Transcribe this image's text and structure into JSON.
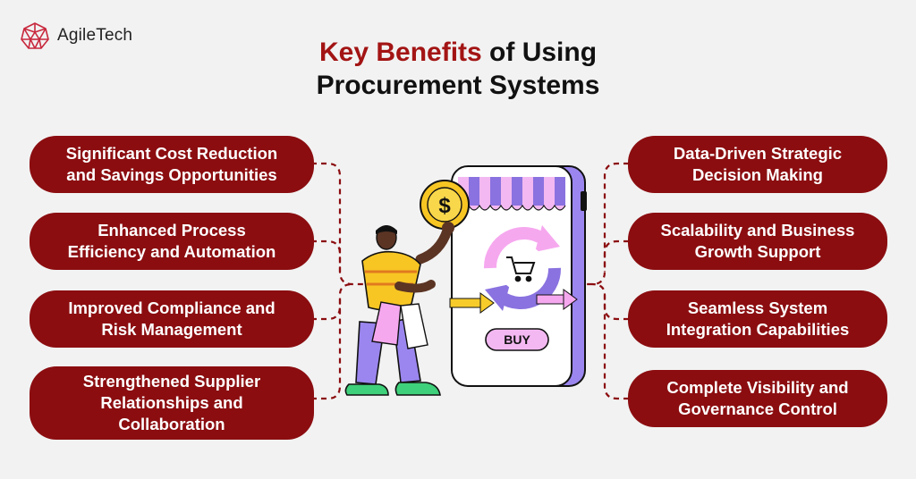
{
  "brand": {
    "name": "AgileTech",
    "logo_icon": "geodesic-sphere-logo",
    "color": "#c8283d"
  },
  "title": {
    "highlight": "Key Benefits",
    "rest_line1": " of Using",
    "line2": "Procurement Systems",
    "highlight_color": "#a31414"
  },
  "colors": {
    "pill_fill": "#8b0d10",
    "connector": "#8b0d10",
    "background": "#f2f2f2"
  },
  "benefits_left": [
    {
      "line1": "Significant Cost Reduction",
      "line2": "and Savings Opportunities"
    },
    {
      "line1": "Enhanced Process",
      "line2": "Efficiency and Automation"
    },
    {
      "line1": "Improved Compliance and",
      "line2": "Risk Management"
    },
    {
      "line1": "Strengthened Supplier",
      "line2": "Relationships and",
      "line3": "Collaboration"
    }
  ],
  "benefits_right": [
    {
      "line1": "Data-Driven Strategic",
      "line2": "Decision Making"
    },
    {
      "line1": "Scalability and Business",
      "line2": "Growth Support"
    },
    {
      "line1": "Seamless System",
      "line2": "Integration Capabilities"
    },
    {
      "line1": "Complete Visibility and",
      "line2": "Governance Control"
    }
  ],
  "illustration": {
    "buy_label": "BUY",
    "coin_symbol": "$",
    "icons": [
      "shopping-cart-icon",
      "dollar-coin-icon",
      "refresh-arrows-icon",
      "awning-icon",
      "shopping-bag-icon"
    ]
  }
}
